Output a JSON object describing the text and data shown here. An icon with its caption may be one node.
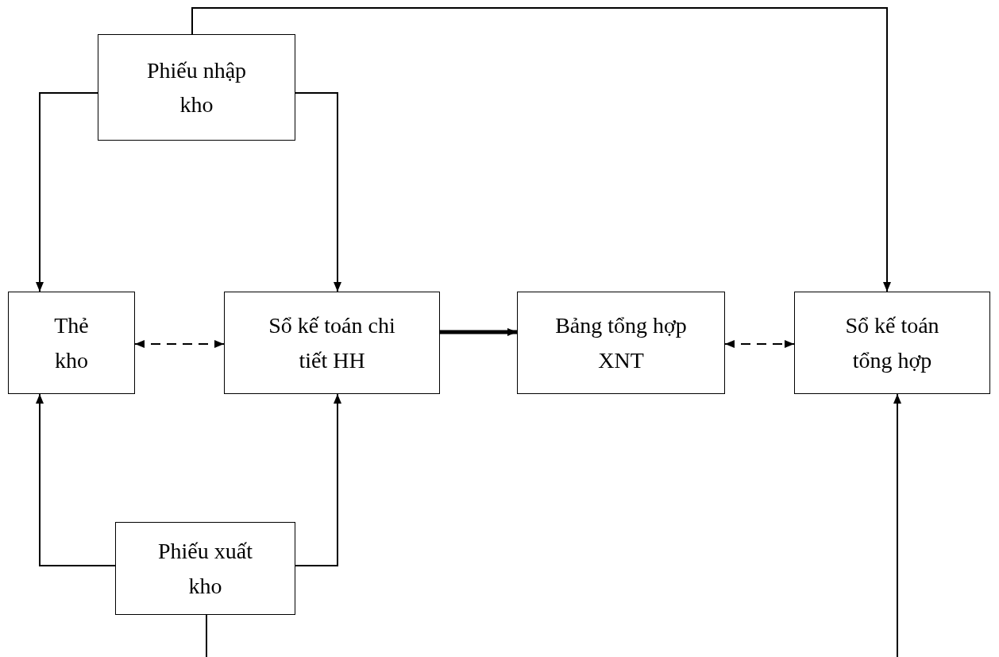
{
  "diagram": {
    "nodes": [
      {
        "text": [
          "Phiếu nhập kho"
        ]
      },
      {
        "text": [
          "Thẻ kho"
        ]
      },
      {
        "text": [
          "Sổ kế toán chi tiết HH"
        ]
      },
      {
        "text": [
          "Bảng tổng hợp XNT"
        ]
      },
      {
        "text": [
          "Sổ kế toán tổng hợp"
        ]
      },
      {
        "text": [
          "Phiếu xuất kho"
        ]
      }
    ],
    "edges": [
      {
        "from": 0,
        "to": 1,
        "arrow": "to"
      },
      {
        "from": 0,
        "to": 2,
        "arrow": "to"
      },
      {
        "from": 0,
        "to": 4,
        "arrow": "to"
      },
      {
        "from": 1,
        "to": 2,
        "arrow": "both",
        "style": "dashed"
      },
      {
        "from": 2,
        "to": 3,
        "arrow": "to",
        "style": "thick"
      },
      {
        "from": 3,
        "to": 4,
        "arrow": "both",
        "style": "dashed"
      },
      {
        "from": 5,
        "to": 1,
        "arrow": "to"
      },
      {
        "from": 5,
        "to": 2,
        "arrow": "to"
      },
      {
        "from": 5,
        "to": null,
        "arrow": "none"
      },
      {
        "from": null,
        "to": 4,
        "arrow": "to"
      }
    ]
  }
}
